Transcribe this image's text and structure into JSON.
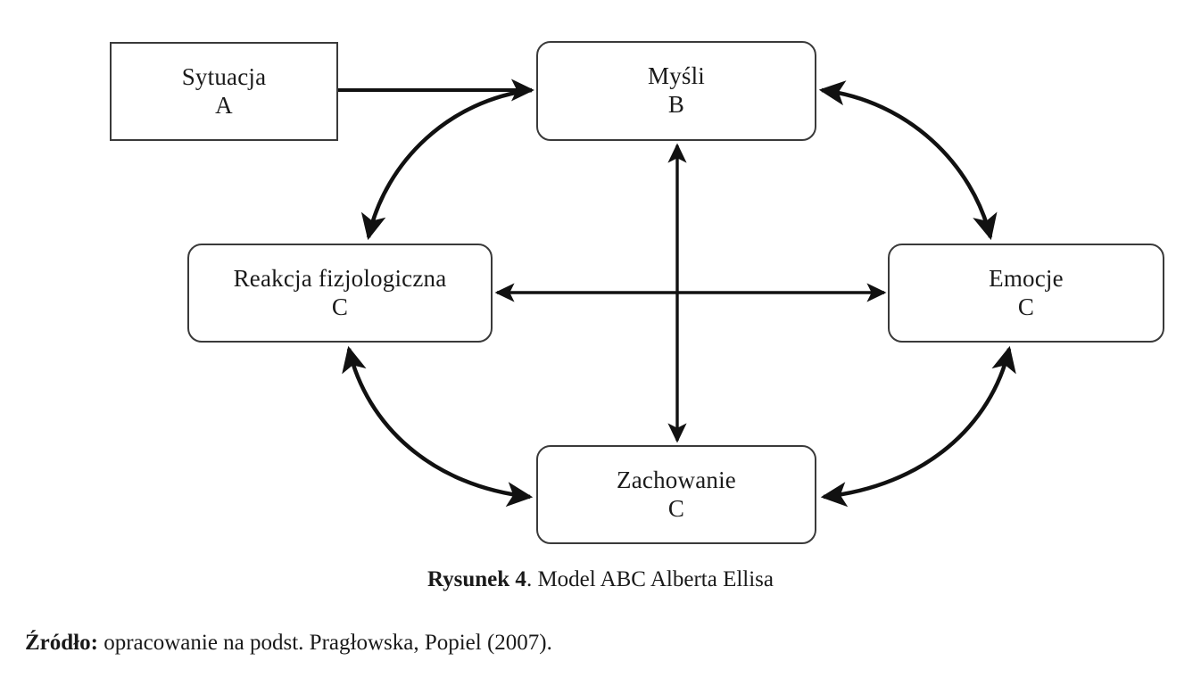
{
  "figure": {
    "nodes": [
      {
        "id": "situation",
        "title": "Sytuacja",
        "code": "A",
        "shape": "sharp-rectangle"
      },
      {
        "id": "thoughts",
        "title": "Myśli",
        "code": "B",
        "shape": "rounded-rectangle"
      },
      {
        "id": "physio",
        "title": "Reakcja fizjologiczna",
        "code": "C",
        "shape": "rounded-rectangle"
      },
      {
        "id": "emotions",
        "title": "Emocje",
        "code": "C",
        "shape": "rounded-rectangle"
      },
      {
        "id": "behaviour",
        "title": "Zachowanie",
        "code": "C",
        "shape": "rounded-rectangle"
      }
    ],
    "connectors": [
      {
        "id": "situation-to-thoughts",
        "from": "situation",
        "to": "thoughts",
        "style": "straight",
        "heads": "single"
      },
      {
        "id": "thoughts-physio",
        "from": "thoughts",
        "to": "physio",
        "style": "curve",
        "heads": "single"
      },
      {
        "id": "thoughts-emotions",
        "from": "thoughts",
        "to": "emotions",
        "style": "curve",
        "heads": "double"
      },
      {
        "id": "physio-behaviour",
        "from": "physio",
        "to": "behaviour",
        "style": "curve",
        "heads": "double"
      },
      {
        "id": "emotions-behaviour",
        "from": "emotions",
        "to": "behaviour",
        "style": "curve",
        "heads": "double"
      },
      {
        "id": "physio-emotions",
        "from": "physio",
        "to": "emotions",
        "style": "straight-horizontal",
        "heads": "double"
      },
      {
        "id": "thoughts-behaviour",
        "from": "thoughts",
        "to": "behaviour",
        "style": "straight-vertical",
        "heads": "double"
      }
    ],
    "caption": {
      "lead": "Rysunek 4",
      "rest": ". Model ABC Alberta Ellisa"
    },
    "source": {
      "lead": "Źródło:",
      "rest": " opracowanie na podst. Pragłowska, Popiel (2007)."
    },
    "colors": {
      "stroke": "#3a3a3a",
      "arrow": "#111111",
      "background": "#ffffff",
      "text": "#1a1a1a"
    }
  }
}
